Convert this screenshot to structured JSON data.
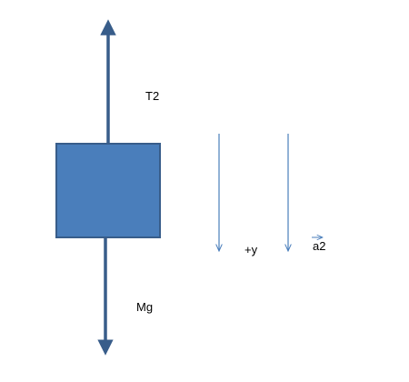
{
  "diagram": {
    "labels": {
      "tension": "T2",
      "weight": "Mg",
      "positive_direction": "+y",
      "acceleration": "a2"
    },
    "block_color": "#4a7ebb",
    "block_edge_color": "#385d8a",
    "vector_color": "#385d8a",
    "axis_color": "#4a7ebb"
  }
}
